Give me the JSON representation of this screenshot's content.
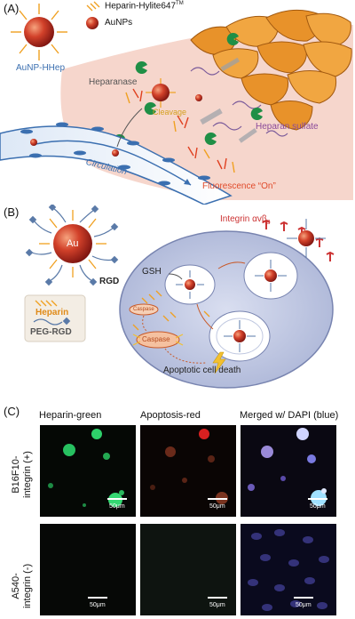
{
  "panel_a": {
    "label": "(A)",
    "legend_heparin": "Heparin-Hylite647",
    "legend_tm": "TM",
    "legend_aunps": "AuNPs",
    "particle_label": "AuNP-HHep",
    "heparanase": "Heparanase",
    "cleavage": "Cleavage",
    "heparan_sulfate": "Heparan sulfate",
    "circulation": "Circulation",
    "fluorescence": "Fluorescence “On”"
  },
  "panel_b": {
    "label": "(B)",
    "au": "Au",
    "rgd": "RGD",
    "gsh": "GSH",
    "integrin_prefix": "Integrin αvβ",
    "integrin_sub": "3",
    "caspase_small": "Caspase",
    "caspase": "Caspase",
    "apoptotic": "Apoptotic cell death",
    "legend_heparin": "Heparin",
    "legend_pegrgd": "PEG-RGD"
  },
  "panel_c": {
    "label": "(C)",
    "col_headers": [
      "Heparin-green",
      "Apoptosis-red",
      "Merged w/ DAPI (blue)"
    ],
    "row1_label_a": "B16F10-",
    "row1_label_b": "integrin (+)",
    "row2_label_a": "A540-",
    "row2_label_b": "integrin (-)",
    "scale": "50μm"
  },
  "colors": {
    "gold_red": "#c8321e",
    "heparin_orange": "#f0a020",
    "cell_orange": "#e8922a",
    "circulation_blue": "#3b6fb0",
    "pink_region": "#f5d2c8",
    "cell_lavender": "#bcc6e2",
    "integrin_red": "#cc3333",
    "heparanase_green": "#1f8f46"
  }
}
